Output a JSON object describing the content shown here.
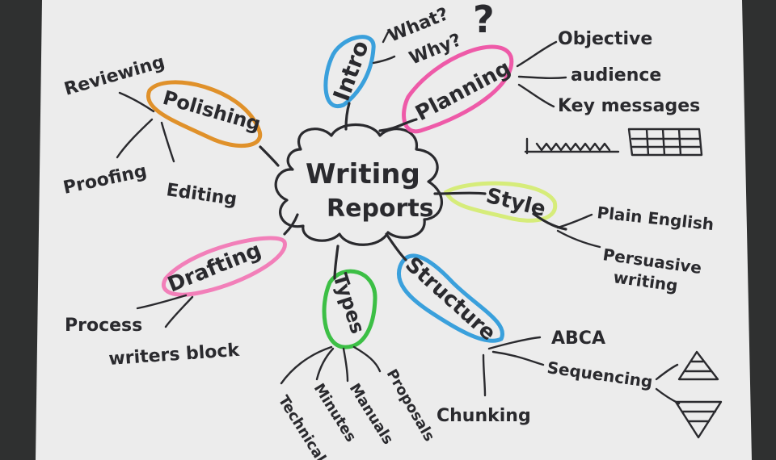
{
  "center": {
    "line1": "Writing",
    "line2": "Reports"
  },
  "branches": {
    "intro": {
      "label": "Intro",
      "highlight": "#3aa0dc",
      "children": [
        "What?",
        "Why?"
      ],
      "mark": "?"
    },
    "planning": {
      "label": "Planning",
      "highlight": "#ee5aa8",
      "children": [
        "Objective",
        "audience",
        "Key messages"
      ]
    },
    "style": {
      "label": "Style",
      "highlight": "#d6ec7a",
      "children": [
        "Plain English",
        "Persuasive",
        "writing"
      ]
    },
    "structure": {
      "label": "Structure",
      "highlight": "#3aa0dc",
      "children": [
        "ABCA",
        "Sequencing",
        "Chunking"
      ]
    },
    "types": {
      "label": "Types",
      "highlight": "#3cbf45",
      "children": [
        "Technical",
        "Minutes",
        "Manuals",
        "Proposals"
      ]
    },
    "drafting": {
      "label": "Drafting",
      "highlight": "#f27fb9",
      "children": [
        "Process",
        "writers block"
      ]
    },
    "polishing": {
      "label": "Polishing",
      "highlight": "#e0912a",
      "children": [
        "Reviewing",
        "Proofing",
        "Editing"
      ]
    }
  },
  "colors": {
    "paper": "#ececec",
    "ink": "#2a2a2e",
    "background": "#2f3030"
  }
}
